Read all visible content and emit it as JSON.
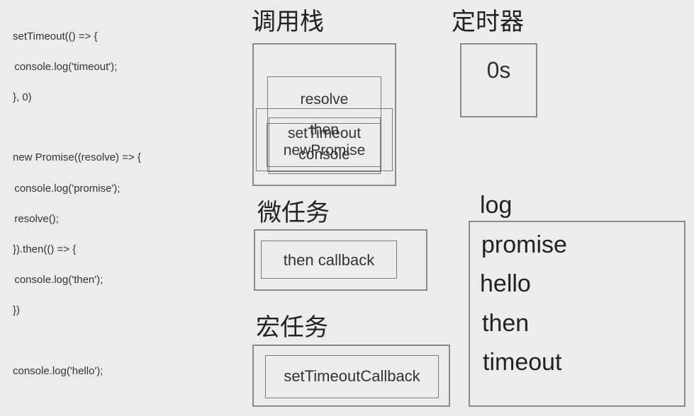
{
  "code": {
    "lines": [
      "setTimeout(() => {",
      "  console.log('timeout');",
      "}, 0)",
      "new Promise((resolve) => {",
      "  console.log('promise');",
      "  resolve();",
      "}).then(() => {",
      "  console.log('then');",
      "})",
      "console.log('hello');"
    ]
  },
  "call_stack": {
    "title": "调用栈",
    "frames": [
      "resolve",
      "then",
      "setTimeout",
      "newPromise",
      "console"
    ]
  },
  "timer": {
    "title": "定时器",
    "value": "0s"
  },
  "microtask": {
    "title": "微任务",
    "item": "then callback"
  },
  "macrotask": {
    "title": "宏任务",
    "item": "setTimeoutCallback"
  },
  "log": {
    "title": "log",
    "entries": [
      "promise",
      "hello",
      "then",
      "timeout"
    ]
  }
}
